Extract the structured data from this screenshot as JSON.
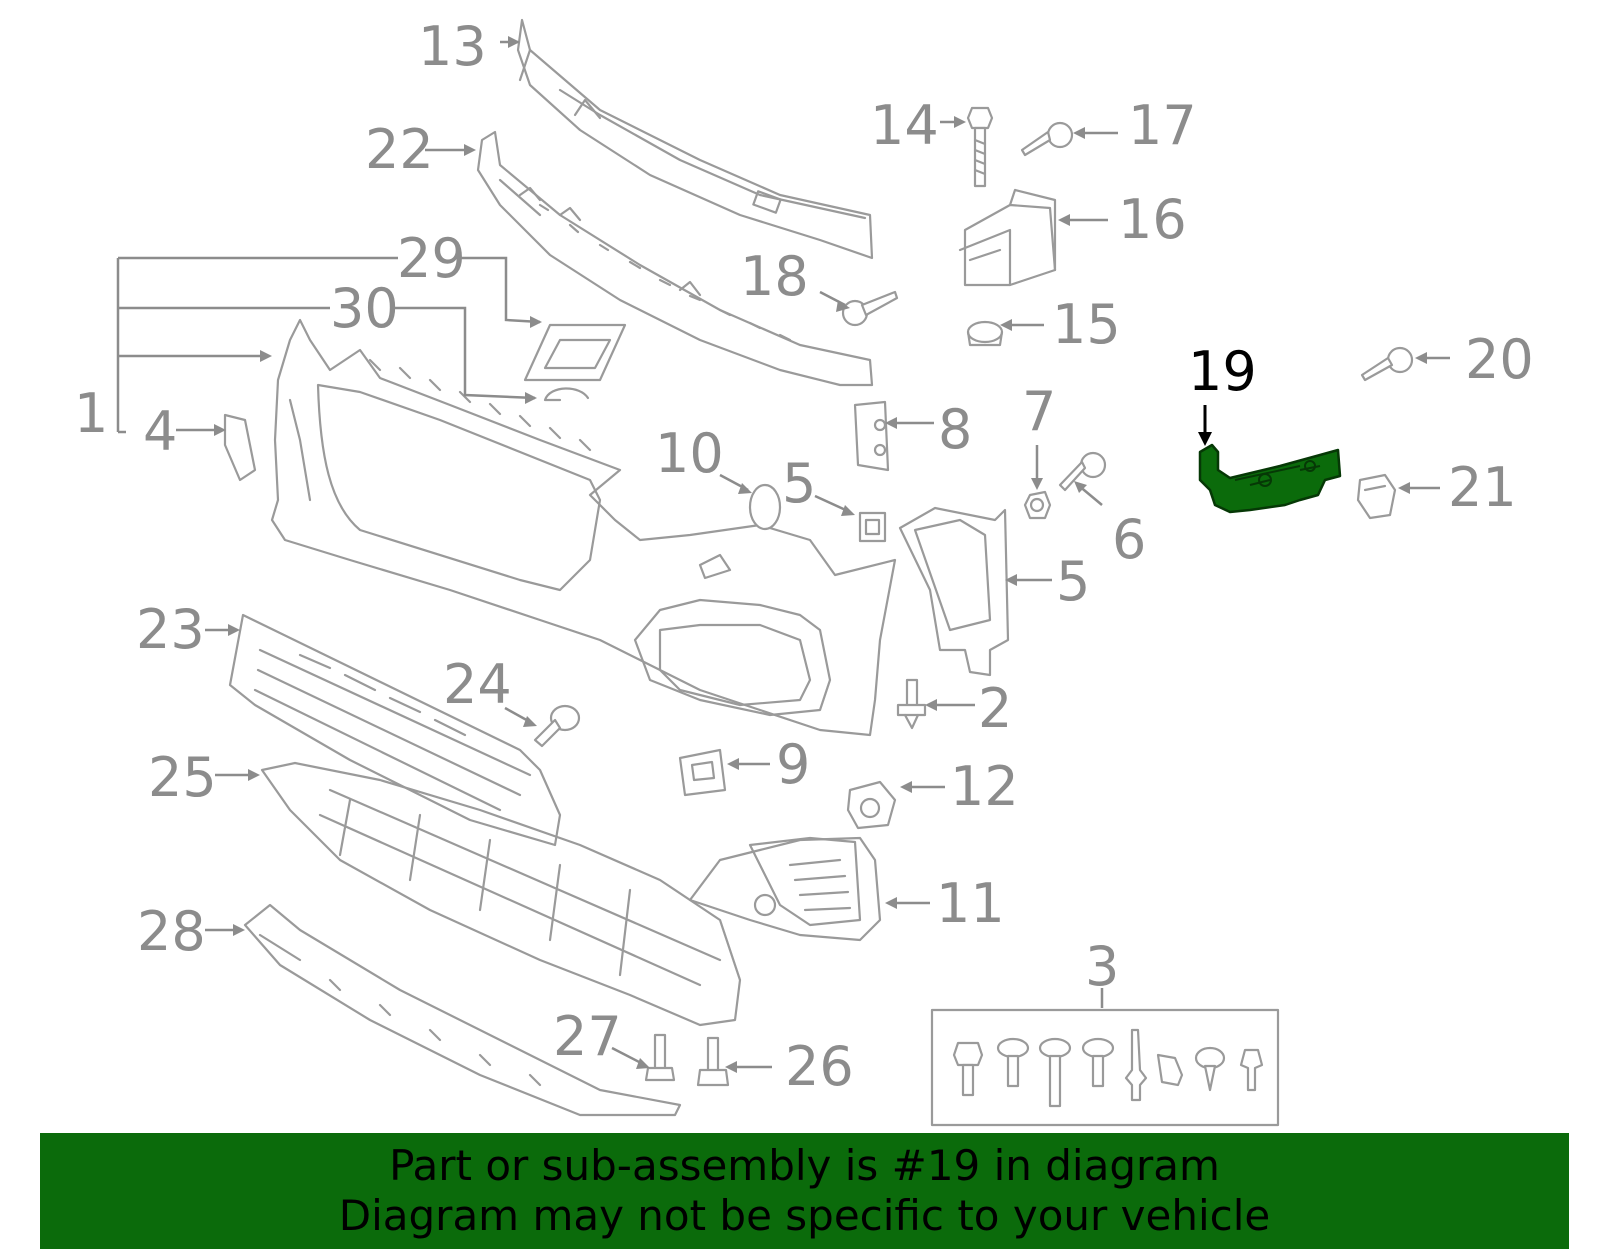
{
  "callouts": [
    {
      "id": "13",
      "label": "13",
      "highlight": false
    },
    {
      "id": "22",
      "label": "22",
      "highlight": false
    },
    {
      "id": "29",
      "label": "29",
      "highlight": false
    },
    {
      "id": "30",
      "label": "30",
      "highlight": false
    },
    {
      "id": "1",
      "label": "1",
      "highlight": false
    },
    {
      "id": "4",
      "label": "4",
      "highlight": false
    },
    {
      "id": "14",
      "label": "14",
      "highlight": false
    },
    {
      "id": "17",
      "label": "17",
      "highlight": false
    },
    {
      "id": "16",
      "label": "16",
      "highlight": false
    },
    {
      "id": "18",
      "label": "18",
      "highlight": false
    },
    {
      "id": "15",
      "label": "15",
      "highlight": false
    },
    {
      "id": "19",
      "label": "19",
      "highlight": true
    },
    {
      "id": "20",
      "label": "20",
      "highlight": false
    },
    {
      "id": "8",
      "label": "8",
      "highlight": false
    },
    {
      "id": "7",
      "label": "7",
      "highlight": false
    },
    {
      "id": "10",
      "label": "10",
      "highlight": false
    },
    {
      "id": "5a",
      "label": "5",
      "highlight": false
    },
    {
      "id": "6",
      "label": "6",
      "highlight": false
    },
    {
      "id": "21",
      "label": "21",
      "highlight": false
    },
    {
      "id": "5b",
      "label": "5",
      "highlight": false
    },
    {
      "id": "23",
      "label": "23",
      "highlight": false
    },
    {
      "id": "24",
      "label": "24",
      "highlight": false
    },
    {
      "id": "2",
      "label": "2",
      "highlight": false
    },
    {
      "id": "9",
      "label": "9",
      "highlight": false
    },
    {
      "id": "25",
      "label": "25",
      "highlight": false
    },
    {
      "id": "12",
      "label": "12",
      "highlight": false
    },
    {
      "id": "11",
      "label": "11",
      "highlight": false
    },
    {
      "id": "28",
      "label": "28",
      "highlight": false
    },
    {
      "id": "3",
      "label": "3",
      "highlight": false
    },
    {
      "id": "27",
      "label": "27",
      "highlight": false
    },
    {
      "id": "26",
      "label": "26",
      "highlight": false
    }
  ],
  "highlighted_part": "19",
  "colors": {
    "highlight_fill": "#0b6b0b",
    "banner_bg": "#0b6b0b",
    "line_art": "#9a9a9a",
    "label_text": "#8c8c8c"
  },
  "footer": {
    "line1": "Part or sub-assembly is #19 in diagram",
    "line2": "Diagram may not be specific to your vehicle"
  }
}
